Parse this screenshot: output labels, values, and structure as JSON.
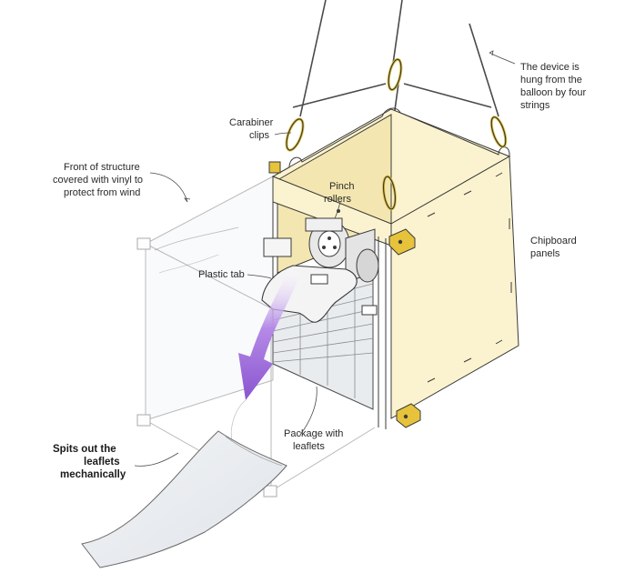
{
  "labels": {
    "device_hung": [
      "The device is",
      "hung from the",
      "balloon by four",
      "strings"
    ],
    "carabiner": [
      "Carabiner",
      "clips"
    ],
    "front_structure": [
      "Front of structure",
      "covered with vinyl to",
      "protect from wind"
    ],
    "pinch_rollers": [
      "Pinch",
      "rollers"
    ],
    "chipboard": [
      "Chipboard",
      "panels"
    ],
    "plastic_tab": [
      "Plastic tab"
    ],
    "package": [
      "Package with",
      "leaflets"
    ],
    "spits": [
      "Spits out the",
      "leaflets",
      "mechanically"
    ]
  },
  "colors": {
    "panel": "#fbf3cf",
    "carabiner_gold": "#e0c23a",
    "bracket_gold": "#e6c33b",
    "arrow_purple": "#9b6bd6"
  }
}
